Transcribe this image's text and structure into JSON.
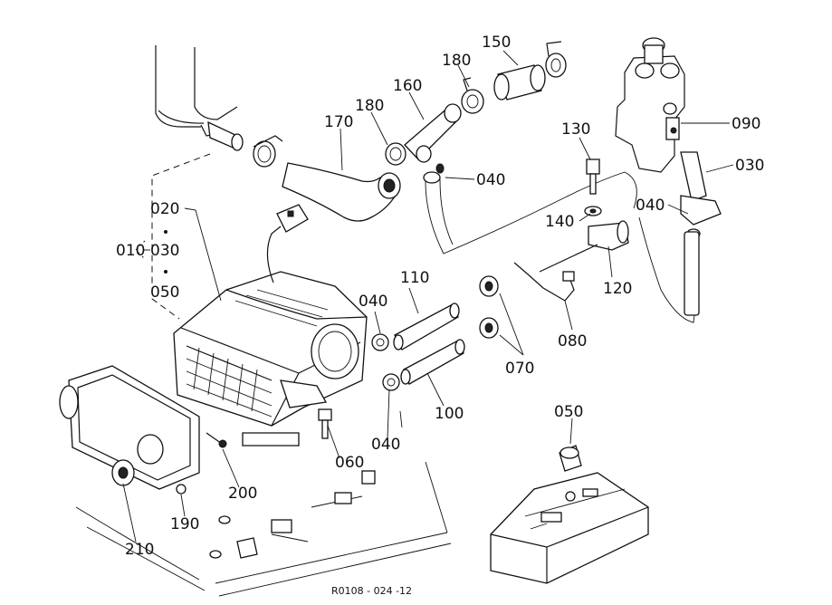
{
  "diagram": {
    "parts": [
      {
        "id": "p150",
        "label": "150"
      },
      {
        "id": "p180a",
        "label": "180"
      },
      {
        "id": "p160",
        "label": "160"
      },
      {
        "id": "p180b",
        "label": "180"
      },
      {
        "id": "p170",
        "label": "170"
      },
      {
        "id": "p090",
        "label": "090"
      },
      {
        "id": "p030",
        "label": "030"
      },
      {
        "id": "p130",
        "label": "130"
      },
      {
        "id": "p040a",
        "label": "040"
      },
      {
        "id": "p040b",
        "label": "040"
      },
      {
        "id": "p140",
        "label": "140"
      },
      {
        "id": "p020",
        "label": "020"
      },
      {
        "id": "p010",
        "label": "010"
      },
      {
        "id": "p030b",
        "label": "030"
      },
      {
        "id": "p050a",
        "label": "050"
      },
      {
        "id": "p110",
        "label": "110"
      },
      {
        "id": "p040c",
        "label": "040"
      },
      {
        "id": "p120",
        "label": "120"
      },
      {
        "id": "p080",
        "label": "080"
      },
      {
        "id": "p070",
        "label": "070"
      },
      {
        "id": "p100",
        "label": "100"
      },
      {
        "id": "p040d",
        "label": "040"
      },
      {
        "id": "p050b",
        "label": "050"
      },
      {
        "id": "p060",
        "label": "060"
      },
      {
        "id": "p200",
        "label": "200"
      },
      {
        "id": "p190",
        "label": "190"
      },
      {
        "id": "p210",
        "label": "210"
      }
    ],
    "reference_code": "R0108 - 024 -12",
    "ink_color": "#111111",
    "background_color": "#ffffff"
  }
}
